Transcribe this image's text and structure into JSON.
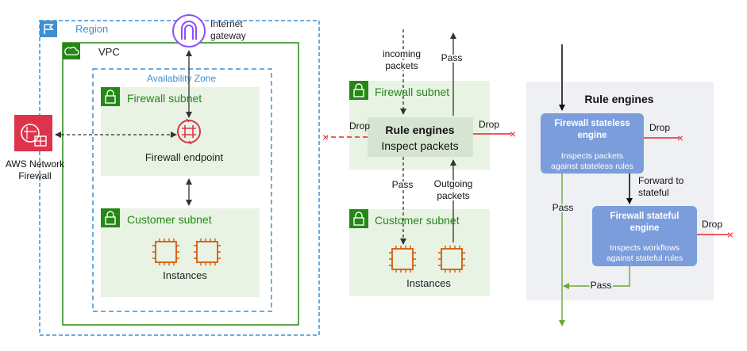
{
  "colors": {
    "region_border": "#3f8fd2",
    "vpc_border": "#248814",
    "subnet_fill": "#e8f3e4",
    "subnet_icon": "#248814",
    "firewall_red": "#dd344c",
    "chip_orange": "#d45b07",
    "engine_blue": "#7b9ddb",
    "panel_gray": "#eef0f4",
    "drop_red": "#e8232b",
    "pass_green": "#6aaa35"
  },
  "icons": [
    "region-flag-icon",
    "vpc-cloud-icon",
    "internet-gateway-icon",
    "lock-icon",
    "firewall-endpoint-icon",
    "aws-network-firewall-icon",
    "ec2-instance-chip-icon"
  ],
  "left": {
    "region_label": "Region",
    "vpc_label": "VPC",
    "az_label": "Availability Zone",
    "firewall_subnet_label": "Firewall subnet",
    "firewall_endpoint_label": "Firewall endpoint",
    "customer_subnet_label": "Customer subnet",
    "instances_label": "Instances",
    "igw_line1": "Internet",
    "igw_line2": "gateway",
    "anfw_line1": "AWS Network",
    "anfw_line2": "Firewall"
  },
  "middle": {
    "incoming_line1": "incoming",
    "incoming_line2": "packets",
    "pass_top": "Pass",
    "firewall_subnet_label": "Firewall subnet",
    "drop_left": "Drop",
    "drop_right": "Drop",
    "rule_engines_title": "Rule engines",
    "rule_engines_sub": "Inspect packets",
    "pass_down": "Pass",
    "outgoing_line1": "Outgoing",
    "outgoing_line2": "packets",
    "customer_subnet_label": "Customer subnet",
    "instances_label": "Instances"
  },
  "right": {
    "title": "Rule engines",
    "stateless_title_line1": "Firewall stateless",
    "stateless_title_line2": "engine",
    "stateless_desc_line1": "Inspects packets",
    "stateless_desc_line2": "against stateless rules",
    "drop1": "Drop",
    "forward_line1": "Forward to",
    "forward_line2": "stateful",
    "pass_left": "Pass",
    "stateful_title_line1": "Firewall stateful",
    "stateful_title_line2": "engine",
    "stateful_desc_line1": "Inspects workflows",
    "stateful_desc_line2": "against stateful rules",
    "drop2": "Drop",
    "pass_bottom": "Pass"
  }
}
